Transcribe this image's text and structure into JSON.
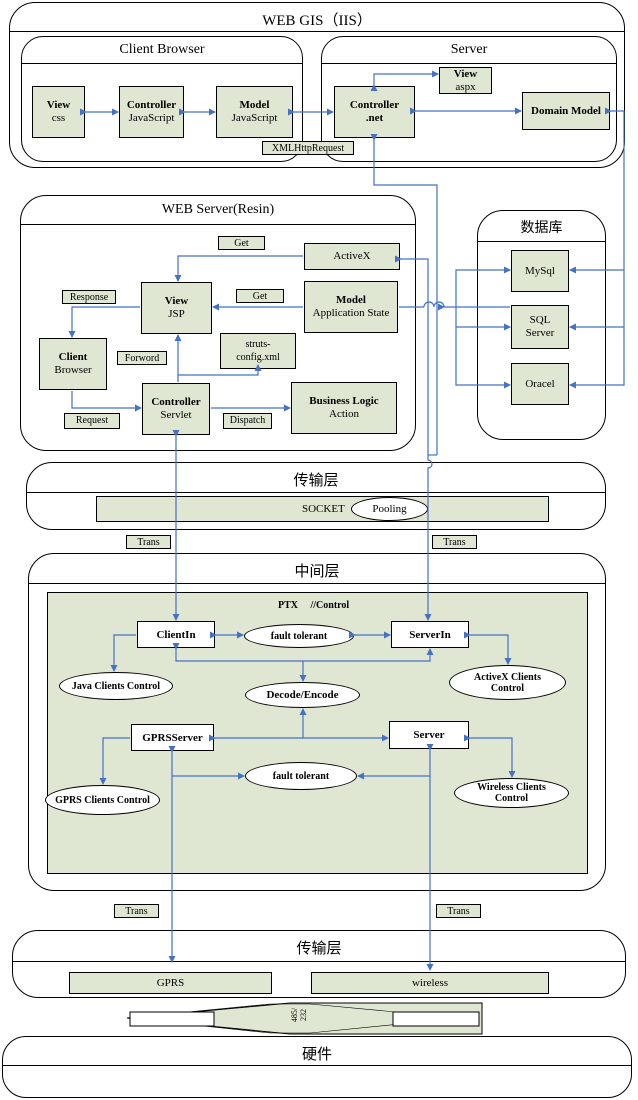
{
  "title": "WEB GIS（IIS）",
  "client_browser": {
    "title": "Client Browser",
    "view": {
      "name": "View",
      "sub": "css"
    },
    "controller": {
      "name": "Controller",
      "sub": "JavaScript"
    },
    "model": {
      "name": "Model",
      "sub": "JavaScript"
    }
  },
  "server": {
    "title": "Server",
    "view": {
      "name": "View",
      "sub": "aspx"
    },
    "controller": {
      "name": "Controller",
      "sub": ".net"
    },
    "domain_model": "Domain Model",
    "xml_label": "XMLHttpRequest"
  },
  "web_server": {
    "title": "WEB Server(Resin)",
    "get_top": "Get",
    "activex": "ActiveX",
    "response": "Response",
    "view": {
      "name": "View",
      "sub": "JSP"
    },
    "get_mid": "Get",
    "model": {
      "name": "Model",
      "sub": "Application State"
    },
    "struts": "struts-\nconfig.xml",
    "client": {
      "name": "Client",
      "sub": "Browser"
    },
    "forword": "Forword",
    "controller": {
      "name": "Controller",
      "sub": "Servlet"
    },
    "business": {
      "name": "Business Logic",
      "sub": "Action"
    },
    "request": "Request",
    "dispatch": "Dispatch"
  },
  "database": {
    "title": "数据库",
    "items": [
      "MySql",
      "SQL\nServer",
      "Oracel"
    ]
  },
  "transport1": {
    "title": "传输层",
    "socket": "SOCKET",
    "pooling": "Pooling"
  },
  "trans_labels": [
    "Trans",
    "Trans",
    "Trans",
    "Trans"
  ],
  "middle": {
    "title": "中间层",
    "ptx": "PTX　 //Control",
    "clientin": "ClientIn",
    "fault1": "fault tolerant",
    "serverin": "ServerIn",
    "java": "Java Clients Control",
    "activex": "ActiveX Clients\nControl",
    "decode": "Decode/Encode",
    "gprsserver": "GPRSServer",
    "server": "Server",
    "gprs_control": "GPRS Clients Control",
    "fault2": "fault tolerant",
    "wireless_control": "Wireless Clients\nControl"
  },
  "transport2": {
    "title": "传输层",
    "gprs": "GPRS",
    "wireless": "wireless",
    "bus": "485/\n232"
  },
  "hardware": {
    "title": "硬件"
  },
  "colors": {
    "accent": "#4472c4",
    "box": "#dfe6d2"
  }
}
